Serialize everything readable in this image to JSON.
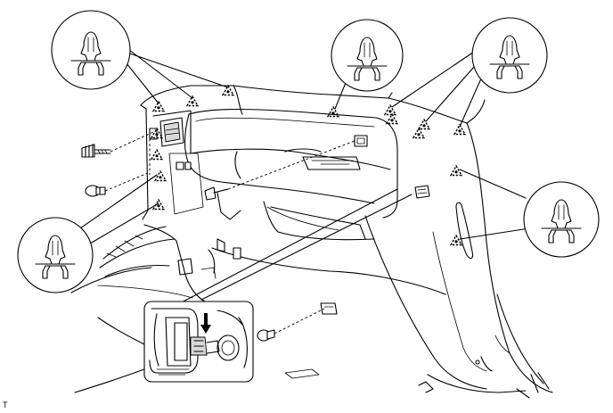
{
  "figure": {
    "corner_label": "T",
    "callout_count": 5,
    "clip_marker_count": 15,
    "stroke_color": "#000000",
    "background_color": "#ffffff",
    "shade_color": "#d9d9d9"
  }
}
